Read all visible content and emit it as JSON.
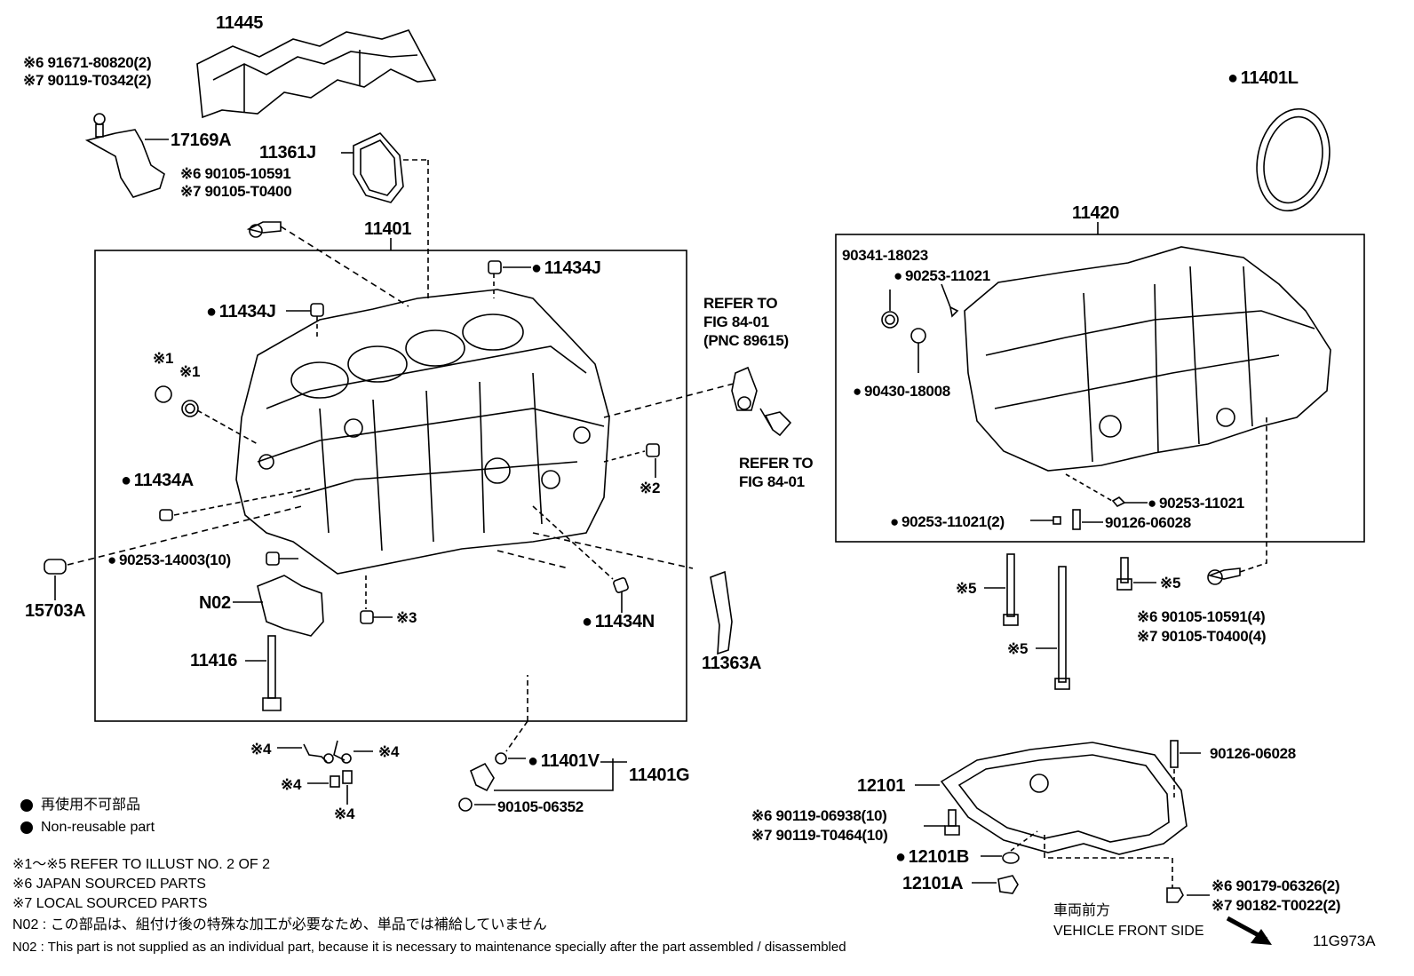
{
  "diagram": {
    "code": "11G973A",
    "labels": {
      "p11445": "11445",
      "p91671_j": "※6 91671-80820(2)",
      "p90119_l": "※7 90119-T0342(2)",
      "p17169A": "17169A",
      "p11361J": "11361J",
      "p90105_j1": "※6 90105-10591",
      "p90105_l1": "※7 90105-T0400",
      "p11401": "11401",
      "p11434J_a": "11434J",
      "p11434J_b": "11434J",
      "star1_a": "※1",
      "star1_b": "※1",
      "p11434A": "11434A",
      "p90253_14003": "90253-14003(10)",
      "p15703A": "15703A",
      "pN02": "N02",
      "star3": "※3",
      "p11416": "11416",
      "p11434N": "11434N",
      "star2": "※2",
      "refer1_a": "REFER TO",
      "refer1_b": "FIG 84-01",
      "refer1_c": "(PNC 89615)",
      "refer2_a": "REFER TO",
      "refer2_b": "FIG 84-01",
      "p11363A": "11363A",
      "star4_a": "※4",
      "star4_b": "※4",
      "star4_c": "※4",
      "star4_d": "※4",
      "p11401V": "11401V",
      "p11401G": "11401G",
      "p90105_06352": "90105-06352",
      "p11401L": "11401L",
      "p11420": "11420",
      "p90341": "90341-18023",
      "p90253_11021_a": "90253-11021",
      "p90430": "90430-18008",
      "p90253_11021_b": "90253-11021",
      "p90253_11021_2": "90253-11021(2)",
      "p90126_a": "90126-06028",
      "star5_a": "※5",
      "star5_b": "※5",
      "star5_c": "※5",
      "p90105_j4": "※6 90105-10591(4)",
      "p90105_l4": "※7 90105-T0400(4)",
      "p12101": "12101",
      "p90126_b": "90126-06028",
      "p90119_j10": "※6 90119-06938(10)",
      "p90119_l10": "※7 90119-T0464(10)",
      "p12101B": "12101B",
      "p12101A": "12101A",
      "p90179": "※6 90179-06326(2)",
      "p90182": "※7 90182-T0022(2)"
    },
    "legend": {
      "jp": "再使用不可部品",
      "en": "Non-reusable part"
    },
    "notes": [
      "※1～※5  REFER TO ILLUST NO. 2 OF 2",
      "※6 JAPAN SOURCED PARTS",
      "※7 LOCAL SOURCED PARTS",
      "N02 : この部品は、組付け後の特殊な加工が必要なため、単品では補給していません",
      "N02 : This part is not supplied as an individual part, because it is necessary to maintenance specially after the part assembled / disassembled"
    ],
    "front": {
      "jp": "車両前方",
      "en": "VEHICLE FRONT SIDE"
    }
  }
}
